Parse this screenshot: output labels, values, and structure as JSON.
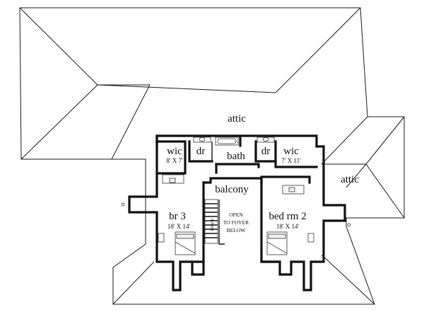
{
  "plan": {
    "attic_top": "attic",
    "attic_right": "attic",
    "wic_left": {
      "name": "wic",
      "size": "8' X 7'"
    },
    "dr_left": "dr",
    "bath": "bath",
    "dr_right": "dr",
    "wic_right": {
      "name": "wic",
      "size": "7' X 11'"
    },
    "balcony": "balcony",
    "br3": {
      "name": "br 3",
      "size": "18' X 14'"
    },
    "bed2": {
      "name": "bed rm 2",
      "size": "18' X 14'"
    },
    "open_foyer": [
      "OPEN",
      "TO FOYER",
      "BELOW"
    ],
    "stair_label": "down"
  }
}
